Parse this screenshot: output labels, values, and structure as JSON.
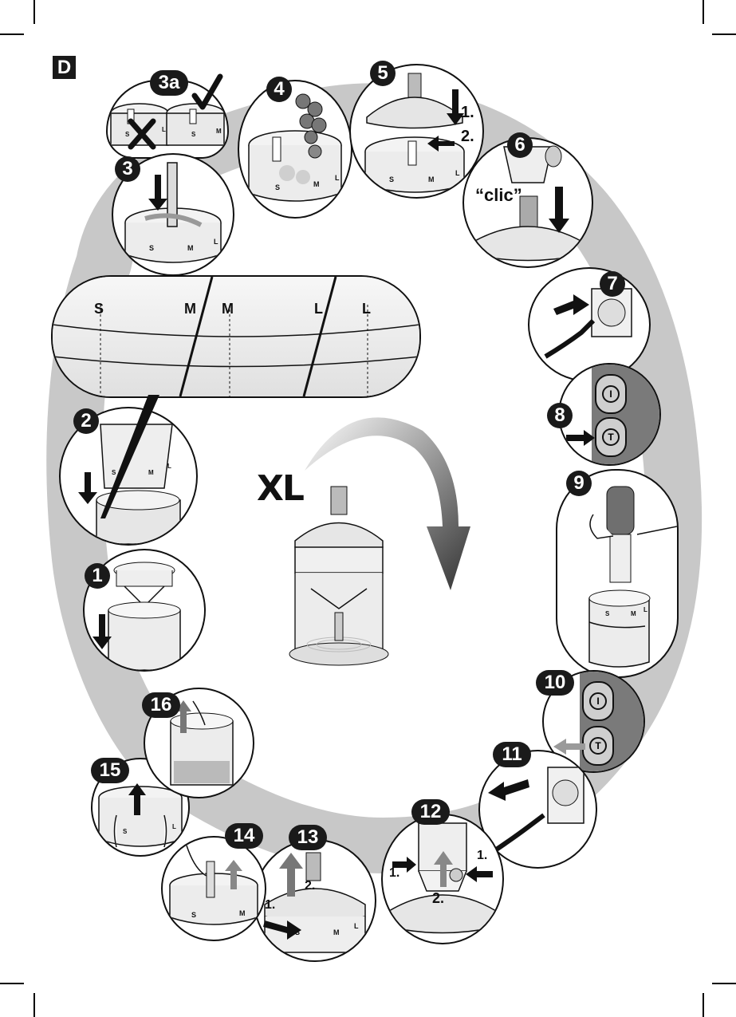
{
  "page": {
    "section_label": "D",
    "theme": {
      "ink": "#111111",
      "shadow_band": "#c8c8c8",
      "badge_bg": "#1a1a1a",
      "badge_fg": "#ffffff",
      "handle_grey": "#7a7a7a"
    }
  },
  "center": {
    "product_label": "XL",
    "icon": "rotation-arrow-clockwise"
  },
  "detail_strip": {
    "segments": [
      {
        "marks": [
          "S",
          "M"
        ],
        "active": "S"
      },
      {
        "marks": [
          "M",
          "L"
        ],
        "active": "M"
      },
      {
        "marks": [
          "L"
        ],
        "active": "L"
      }
    ]
  },
  "steps": [
    {
      "number": "1",
      "description_icon": "insert-blade-arrow-down"
    },
    {
      "number": "2",
      "description_icon": "lower-lid-arrow-down",
      "marks": [
        "S",
        "M",
        "L"
      ]
    },
    {
      "number": "3",
      "description_icon": "insert-blade-arrow-down",
      "marks": [
        "S",
        "M",
        "L"
      ]
    },
    {
      "number": "3a",
      "wrong_icon": "cross-icon",
      "right_icon": "check-icon",
      "marks": [
        "S",
        "L",
        "S",
        "M"
      ]
    },
    {
      "number": "4",
      "description_icon": "add-food",
      "marks": [
        "S",
        "M",
        "L"
      ]
    },
    {
      "number": "5",
      "sub_steps": [
        "1.",
        "2."
      ],
      "marks": [
        "S",
        "M",
        "L"
      ]
    },
    {
      "number": "6",
      "sound_text": "“clic”",
      "description_icon": "attach-motor-arrow-down"
    },
    {
      "number": "7",
      "description_icon": "plug-in-arrow-right"
    },
    {
      "number": "8",
      "buttons": [
        "I",
        "T"
      ],
      "pressed": "T"
    },
    {
      "number": "9",
      "marks": [
        "S",
        "M",
        "L"
      ]
    },
    {
      "number": "10",
      "buttons": [
        "I",
        "T"
      ],
      "released": "T"
    },
    {
      "number": "11",
      "description_icon": "unplug-arrow-left"
    },
    {
      "number": "12",
      "sub_steps": [
        "1.",
        "1.",
        "2."
      ]
    },
    {
      "number": "13",
      "sub_steps": [
        "1.",
        "2."
      ],
      "marks": [
        "S",
        "M",
        "L"
      ]
    },
    {
      "number": "14",
      "marks": [
        "S",
        "M"
      ]
    },
    {
      "number": "15",
      "marks": [
        "S",
        "L"
      ]
    },
    {
      "number": "16",
      "description_icon": "remove-blade-arrow-up"
    }
  ]
}
